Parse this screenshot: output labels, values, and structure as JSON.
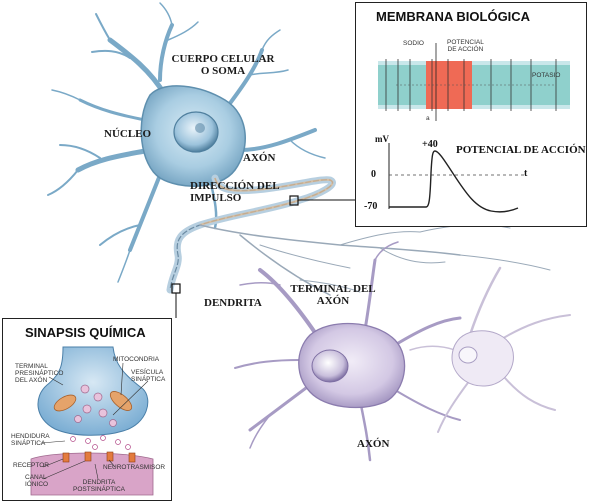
{
  "labels": {
    "cuerpo_celular": "CUERPO CELULAR\nO SOMA",
    "nucleo": "NÚCLEO",
    "axon": "AXÓN",
    "direccion": "DIRECCIÓN DEL\nIMPULSO",
    "dendrita": "DENDRITA",
    "terminal_axon": "TERMINAL DEL\nAXÓN",
    "axon_bottom": "AXÓN"
  },
  "membrane": {
    "title": "MEMBRANA BIOLÓGICA",
    "sodio": "SODIO",
    "potencial_small": "POTENCIAL\nDE ACCIÓN",
    "potasio": "POTASIO",
    "a": "a",
    "graph": {
      "y_unit": "mV",
      "peak": "+40",
      "zero": "0",
      "rest": "-70",
      "t": "t",
      "title": "POTENCIAL DE ACCIÓN"
    }
  },
  "synapse": {
    "title": "SINAPSIS QUÍMICA",
    "terminal": "TERMINAL\nPRESINÁPTICO\nDEL AXÓN",
    "mitocondria": "MITOCONDRIA",
    "vesicula": "VESÍCULA\nSINÁPTICA",
    "hendidura": "HENDIDURA\nSINÁPTICA",
    "receptor": "RECEPTOR",
    "canal": "CANAL\nIÓNICO",
    "neurotrasmisor": "NEUROTRASMISOR",
    "dendrita_post": "DENDRITA\nPOSTSINÁPTICA"
  },
  "colors": {
    "neuron_main": "#a9cde2",
    "neuron_main_dark": "#5e8fae",
    "neuron_second": "#d6cde6",
    "neuron_second_dark": "#9486b0",
    "membrane_band": "#8fd0cc",
    "membrane_red": "#ef6a55",
    "synapse_blue": "#7fb3d8",
    "synapse_pink": "#d9a4c8"
  }
}
